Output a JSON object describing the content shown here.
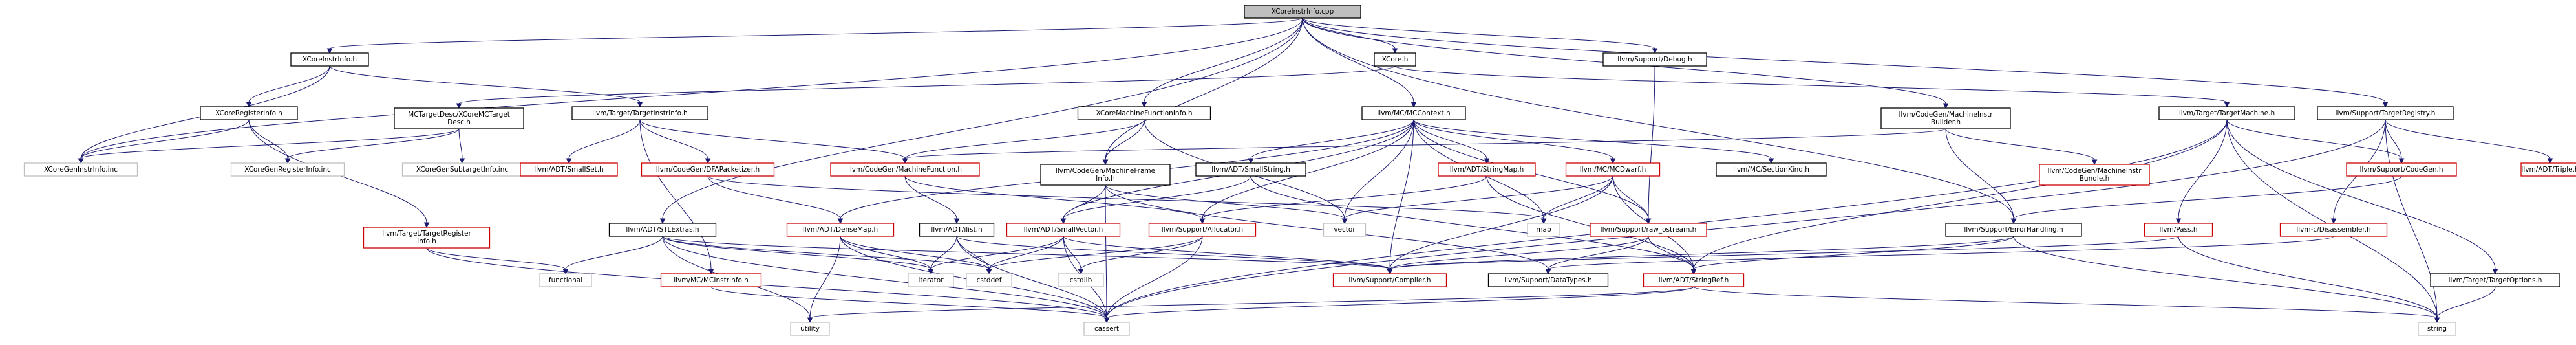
{
  "title": "XCoreInstrInfo.cpp",
  "style": {
    "edge_color": "#191970",
    "root_fill": "#bfbfbf",
    "documented_border": "#000000",
    "undocumented_border": "#cc0000",
    "external_border": "#bfbfbf"
  },
  "nodes": [
    {
      "id": "root",
      "lines": [
        "XCoreInstrInfo.cpp"
      ],
      "kind": "root"
    },
    {
      "id": "xcoreinstrinfo_h",
      "lines": [
        "XCoreInstrInfo.h"
      ],
      "kind": "black"
    },
    {
      "id": "xcore_h",
      "lines": [
        "XCore.h"
      ],
      "kind": "black"
    },
    {
      "id": "xcoremfi",
      "lines": [
        "XCoreMachineFunctionInfo.h"
      ],
      "kind": "black"
    },
    {
      "id": "mccontext",
      "lines": [
        "llvm/MC/MCContext.h"
      ],
      "kind": "black"
    },
    {
      "id": "debug",
      "lines": [
        "llvm/Support/Debug.h"
      ],
      "kind": "black"
    },
    {
      "id": "mib",
      "lines": [
        "llvm/CodeGen/MachineInstr",
        "Builder.h"
      ],
      "kind": "black"
    },
    {
      "id": "targetregistry",
      "lines": [
        "llvm/Support/TargetRegistry.h"
      ],
      "kind": "black"
    },
    {
      "id": "xcoreregisterinfo",
      "lines": [
        "XCoreRegisterInfo.h"
      ],
      "kind": "black"
    },
    {
      "id": "mctargetdesc",
      "lines": [
        "MCTargetDesc/XCoreMCTarget",
        "Desc.h"
      ],
      "kind": "black"
    },
    {
      "id": "targetinstrinfo",
      "lines": [
        "llvm/Target/TargetInstrInfo.h"
      ],
      "kind": "black"
    },
    {
      "id": "targetmachine",
      "lines": [
        "llvm/Target/TargetMachine.h"
      ],
      "kind": "black"
    },
    {
      "id": "xcoregeninstrinfo",
      "lines": [
        "XCoreGenInstrInfo.inc"
      ],
      "kind": "grey"
    },
    {
      "id": "xcoregenreginfo",
      "lines": [
        "XCoreGenRegisterInfo.inc"
      ],
      "kind": "grey"
    },
    {
      "id": "xcoregensubtarget",
      "lines": [
        "XCoreGenSubtargetInfo.inc"
      ],
      "kind": "grey"
    },
    {
      "id": "smallset",
      "lines": [
        "llvm/ADT/SmallSet.h"
      ],
      "kind": "red"
    },
    {
      "id": "dfapacketizer",
      "lines": [
        "llvm/CodeGen/DFAPacketizer.h"
      ],
      "kind": "red"
    },
    {
      "id": "machinefunction",
      "lines": [
        "llvm/CodeGen/MachineFunction.h"
      ],
      "kind": "red"
    },
    {
      "id": "machineframeinfo",
      "lines": [
        "llvm/CodeGen/MachineFrame",
        "Info.h"
      ],
      "kind": "black"
    },
    {
      "id": "smallstring",
      "lines": [
        "llvm/ADT/SmallString.h"
      ],
      "kind": "black"
    },
    {
      "id": "stringmap",
      "lines": [
        "llvm/ADT/StringMap.h"
      ],
      "kind": "red"
    },
    {
      "id": "mcdwarf",
      "lines": [
        "llvm/MC/MCDwarf.h"
      ],
      "kind": "red"
    },
    {
      "id": "sectionkind",
      "lines": [
        "llvm/MC/SectionKind.h"
      ],
      "kind": "black"
    },
    {
      "id": "mibundle",
      "lines": [
        "llvm/CodeGen/MachineInstr",
        "Bundle.h"
      ],
      "kind": "red"
    },
    {
      "id": "support_codegen",
      "lines": [
        "llvm/Support/CodeGen.h"
      ],
      "kind": "red"
    },
    {
      "id": "triple",
      "lines": [
        "llvm/ADT/Triple.h"
      ],
      "kind": "red"
    },
    {
      "id": "targetreginfo",
      "lines": [
        "llvm/Target/TargetRegister",
        "Info.h"
      ],
      "kind": "red"
    },
    {
      "id": "stlextras",
      "lines": [
        "llvm/ADT/STLExtras.h"
      ],
      "kind": "black"
    },
    {
      "id": "densemap",
      "lines": [
        "llvm/ADT/DenseMap.h"
      ],
      "kind": "red"
    },
    {
      "id": "ilist",
      "lines": [
        "llvm/ADT/ilist.h"
      ],
      "kind": "black"
    },
    {
      "id": "smallvector",
      "lines": [
        "llvm/ADT/SmallVector.h"
      ],
      "kind": "red"
    },
    {
      "id": "allocator",
      "lines": [
        "llvm/Support/Allocator.h"
      ],
      "kind": "red"
    },
    {
      "id": "raw_ostream",
      "lines": [
        "llvm/Support/raw_ostream.h"
      ],
      "kind": "red"
    },
    {
      "id": "errorhandling",
      "lines": [
        "llvm/Support/ErrorHandling.h"
      ],
      "kind": "black"
    },
    {
      "id": "pass",
      "lines": [
        "llvm/Pass.h"
      ],
      "kind": "red"
    },
    {
      "id": "disassembler",
      "lines": [
        "llvm-c/Disassembler.h"
      ],
      "kind": "red"
    },
    {
      "id": "targetoptions",
      "lines": [
        "llvm/Target/TargetOptions.h"
      ],
      "kind": "black"
    },
    {
      "id": "mcinstrinfo",
      "lines": [
        "llvm/MC/MCInstrInfo.h"
      ],
      "kind": "red"
    },
    {
      "id": "compiler",
      "lines": [
        "llvm/Support/Compiler.h"
      ],
      "kind": "red"
    },
    {
      "id": "datatypes",
      "lines": [
        "llvm/Support/DataTypes.h"
      ],
      "kind": "black"
    },
    {
      "id": "stringref",
      "lines": [
        "llvm/ADT/StringRef.h"
      ],
      "kind": "red"
    },
    {
      "id": "map",
      "lines": [
        "map"
      ],
      "kind": "grey"
    },
    {
      "id": "vector",
      "lines": [
        "vector"
      ],
      "kind": "grey"
    },
    {
      "id": "functional",
      "lines": [
        "functional"
      ],
      "kind": "grey"
    },
    {
      "id": "iterator",
      "lines": [
        "iterator"
      ],
      "kind": "grey"
    },
    {
      "id": "cstddef",
      "lines": [
        "cstddef"
      ],
      "kind": "grey"
    },
    {
      "id": "cstdlib",
      "lines": [
        "cstdlib"
      ],
      "kind": "grey"
    },
    {
      "id": "utility",
      "lines": [
        "utility"
      ],
      "kind": "grey"
    },
    {
      "id": "cassert",
      "lines": [
        "cassert"
      ],
      "kind": "grey"
    },
    {
      "id": "string",
      "lines": [
        "string"
      ],
      "kind": "grey"
    }
  ],
  "edges": [
    [
      "root",
      "xcoreinstrinfo_h"
    ],
    [
      "root",
      "xcore_h"
    ],
    [
      "root",
      "xcoremfi"
    ],
    [
      "root",
      "mccontext"
    ],
    [
      "root",
      "debug"
    ],
    [
      "root",
      "mib"
    ],
    [
      "root",
      "targetregistry"
    ],
    [
      "root",
      "machineframeinfo"
    ],
    [
      "root",
      "xcoregeninstrinfo"
    ],
    [
      "root",
      "stlextras"
    ],
    [
      "root",
      "errorhandling"
    ],
    [
      "xcoreinstrinfo_h",
      "xcoreregisterinfo"
    ],
    [
      "xcoreinstrinfo_h",
      "targetinstrinfo"
    ],
    [
      "xcoreinstrinfo_h",
      "xcoregeninstrinfo"
    ],
    [
      "xcore_h",
      "mctargetdesc"
    ],
    [
      "xcore_h",
      "targetmachine"
    ],
    [
      "xcoremfi",
      "machinefunction"
    ],
    [
      "xcoremfi",
      "machineframeinfo"
    ],
    [
      "xcoremfi",
      "vector"
    ],
    [
      "mccontext",
      "smallvector"
    ],
    [
      "mccontext",
      "smallstring"
    ],
    [
      "mccontext",
      "stringmap"
    ],
    [
      "mccontext",
      "mcdwarf"
    ],
    [
      "mccontext",
      "sectionkind"
    ],
    [
      "mccontext",
      "densemap"
    ],
    [
      "mccontext",
      "allocator"
    ],
    [
      "mccontext",
      "raw_ostream"
    ],
    [
      "mccontext",
      "compiler"
    ],
    [
      "mccontext",
      "map"
    ],
    [
      "mccontext",
      "vector"
    ],
    [
      "debug",
      "raw_ostream"
    ],
    [
      "mib",
      "machinefunction"
    ],
    [
      "mib",
      "mibundle"
    ],
    [
      "mib",
      "errorhandling"
    ],
    [
      "targetregistry",
      "support_codegen"
    ],
    [
      "targetregistry",
      "triple"
    ],
    [
      "targetregistry",
      "disassembler"
    ],
    [
      "targetregistry",
      "string"
    ],
    [
      "targetregistry",
      "cassert"
    ],
    [
      "xcoreregisterinfo",
      "targetreginfo"
    ],
    [
      "xcoreregisterinfo",
      "xcoregenreginfo"
    ],
    [
      "xcoreregisterinfo",
      "xcoregeninstrinfo"
    ],
    [
      "mctargetdesc",
      "xcoregeninstrinfo"
    ],
    [
      "mctargetdesc",
      "xcoregenreginfo"
    ],
    [
      "mctargetdesc",
      "xcoregensubtarget"
    ],
    [
      "targetinstrinfo",
      "smallset"
    ],
    [
      "targetinstrinfo",
      "dfapacketizer"
    ],
    [
      "targetinstrinfo",
      "machinefunction"
    ],
    [
      "targetinstrinfo",
      "mcinstrinfo"
    ],
    [
      "targetmachine",
      "support_codegen"
    ],
    [
      "targetmachine",
      "pass"
    ],
    [
      "targetmachine",
      "targetoptions"
    ],
    [
      "targetmachine",
      "stringref"
    ],
    [
      "targetmachine",
      "string"
    ],
    [
      "targetmachine",
      "cassert"
    ],
    [
      "dfapacketizer",
      "densemap"
    ],
    [
      "dfapacketizer",
      "map"
    ],
    [
      "machinefunction",
      "ilist"
    ],
    [
      "machinefunction",
      "allocator"
    ],
    [
      "machineframeinfo",
      "smallvector"
    ],
    [
      "machineframeinfo",
      "datatypes"
    ],
    [
      "machineframeinfo",
      "cassert"
    ],
    [
      "machineframeinfo",
      "vector"
    ],
    [
      "smallstring",
      "smallvector"
    ],
    [
      "smallstring",
      "stringref"
    ],
    [
      "stringmap",
      "allocator"
    ],
    [
      "stringmap",
      "stringref"
    ],
    [
      "mcdwarf",
      "raw_ostream"
    ],
    [
      "mcdwarf",
      "compiler"
    ],
    [
      "mcdwarf",
      "stringref"
    ],
    [
      "mcdwarf",
      "map"
    ],
    [
      "mcdwarf",
      "vector"
    ],
    [
      "support_codegen",
      "errorhandling"
    ],
    [
      "targetreginfo",
      "functional"
    ],
    [
      "targetreginfo",
      "cassert"
    ],
    [
      "stlextras",
      "functional"
    ],
    [
      "stlextras",
      "iterator"
    ],
    [
      "stlextras",
      "cstddef"
    ],
    [
      "stlextras",
      "utility"
    ],
    [
      "stlextras",
      "compiler"
    ],
    [
      "stlextras",
      "cassert"
    ],
    [
      "densemap",
      "iterator"
    ],
    [
      "densemap",
      "utility"
    ],
    [
      "densemap",
      "cassert"
    ],
    [
      "densemap",
      "cstddef"
    ],
    [
      "ilist",
      "iterator"
    ],
    [
      "ilist",
      "cstddef"
    ],
    [
      "ilist",
      "cassert"
    ],
    [
      "ilist",
      "compiler"
    ],
    [
      "smallvector",
      "iterator"
    ],
    [
      "smallvector",
      "cstddef"
    ],
    [
      "smallvector",
      "cstdlib"
    ],
    [
      "smallvector",
      "cassert"
    ],
    [
      "smallvector",
      "compiler"
    ],
    [
      "allocator",
      "cstddef"
    ],
    [
      "allocator",
      "cstdlib"
    ],
    [
      "allocator",
      "cassert"
    ],
    [
      "raw_ostream",
      "compiler"
    ],
    [
      "raw_ostream",
      "datatypes"
    ],
    [
      "raw_ostream",
      "stringref"
    ],
    [
      "errorhandling",
      "compiler"
    ],
    [
      "errorhandling",
      "stringref"
    ],
    [
      "errorhandling",
      "string"
    ],
    [
      "pass",
      "compiler"
    ],
    [
      "pass",
      "string"
    ],
    [
      "disassembler",
      "datatypes"
    ],
    [
      "targetoptions",
      "string"
    ],
    [
      "mcinstrinfo",
      "cassert"
    ],
    [
      "stringref",
      "string"
    ],
    [
      "stringref",
      "cassert"
    ],
    [
      "stringref",
      "utility"
    ]
  ]
}
